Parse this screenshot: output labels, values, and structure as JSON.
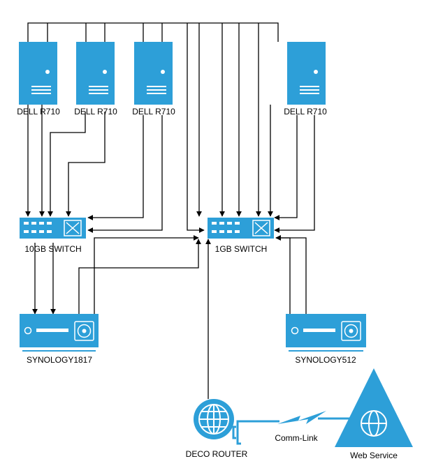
{
  "colors": {
    "device_fill": "#2d9fd8",
    "device_dark": "#1e7fb3",
    "link": "#2d9fd8",
    "line": "#000000",
    "background": "#ffffff"
  },
  "servers": [
    {
      "label": "DELL R710"
    },
    {
      "label": "DELL R710"
    },
    {
      "label": "DELL R710"
    },
    {
      "label": "DELL R710"
    }
  ],
  "switches": [
    {
      "label": "10GB SWITCH"
    },
    {
      "label": "1GB SWITCH"
    }
  ],
  "nas": [
    {
      "label": "SYNOLOGY1817"
    },
    {
      "label": "SYNOLOGY512"
    }
  ],
  "router": {
    "label": "DECO ROUTER",
    "icon": "globe-icon"
  },
  "link": {
    "label": "Comm-Link",
    "icon": "lightning-icon"
  },
  "web_service": {
    "label": "Web Service",
    "icon": "web-service-triangle-icon"
  }
}
